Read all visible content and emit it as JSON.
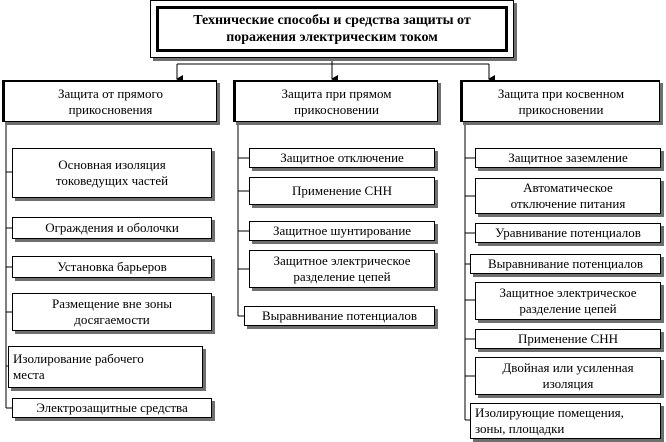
{
  "title": "Технические способы и средства защиты от поражения электрическим током",
  "columns": [
    {
      "header": "Защита от прямого прикосновения",
      "items": [
        "Основная изоляция токоведущих частей",
        "Ограждения и оболочки",
        "Установка барьеров",
        "Размещение вне зоны досягаемости",
        "Изолирование рабочего места",
        "Электрозащитные средства"
      ]
    },
    {
      "header": "Защита при прямом прикосновении",
      "items": [
        "Защитное отключение",
        "Применение СНН",
        "Защитное шунтирование",
        "Защитное электрическое разделение цепей",
        "Выравнивание потенциалов"
      ]
    },
    {
      "header": "Защита при косвенном прикосновении",
      "items": [
        "Защитное заземление",
        "Автоматическое отключение питания",
        "Уравнивание потенциалов",
        "Выравнивание потенциалов",
        "Защитное электрическое разделение цепей",
        "Применение СНН",
        "Двойная или усиленная изоляция",
        "Изолирующие помещения, зоны, площадки"
      ]
    }
  ]
}
